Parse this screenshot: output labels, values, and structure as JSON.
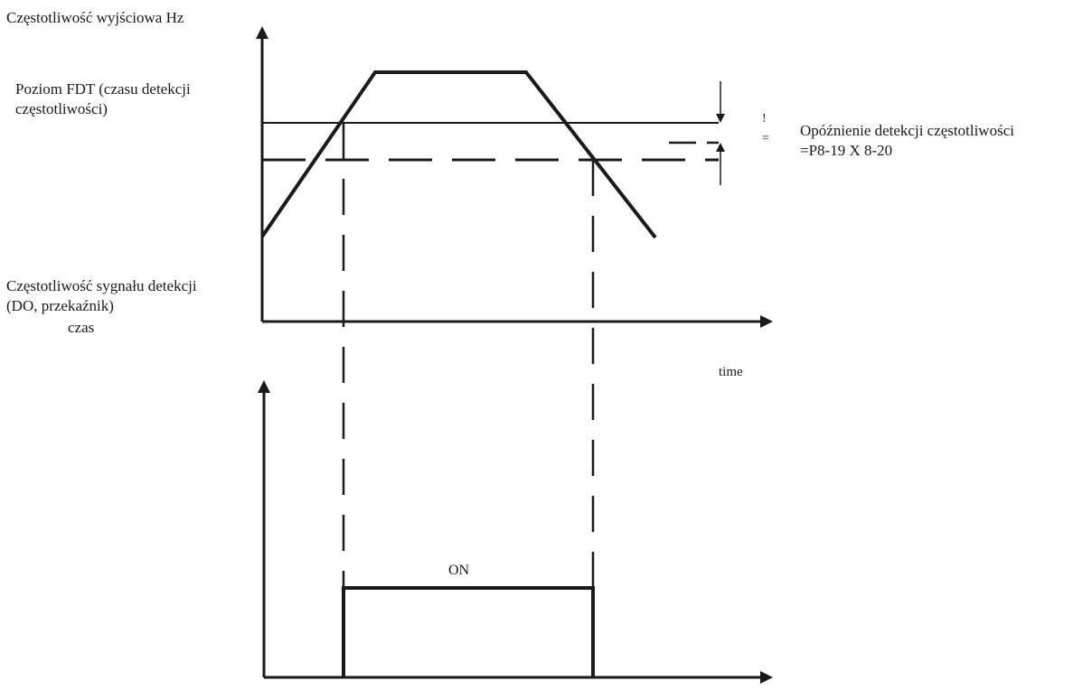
{
  "labels": {
    "output_frequency_axis": "Częstotliwość wyjściowa Hz",
    "fdt_level_line1": "Poziom FDT (czasu detekcji",
    "fdt_level_line2": "częstotliwości)",
    "detection_delay_line1": "Opóźnienie detekcji częstotliwości",
    "detection_delay_line2": "=P8-19 X 8-20",
    "detection_signal_line1": "Częstotliwość sygnału detekcji",
    "detection_signal_line2": "(DO, przekaźnik)",
    "time_pl": "czas",
    "time_en": "time",
    "on_state": "ON",
    "hysteresis_marks": "! ="
  },
  "colors": {
    "line": "#1a1a1a",
    "background": "#ffffff"
  }
}
